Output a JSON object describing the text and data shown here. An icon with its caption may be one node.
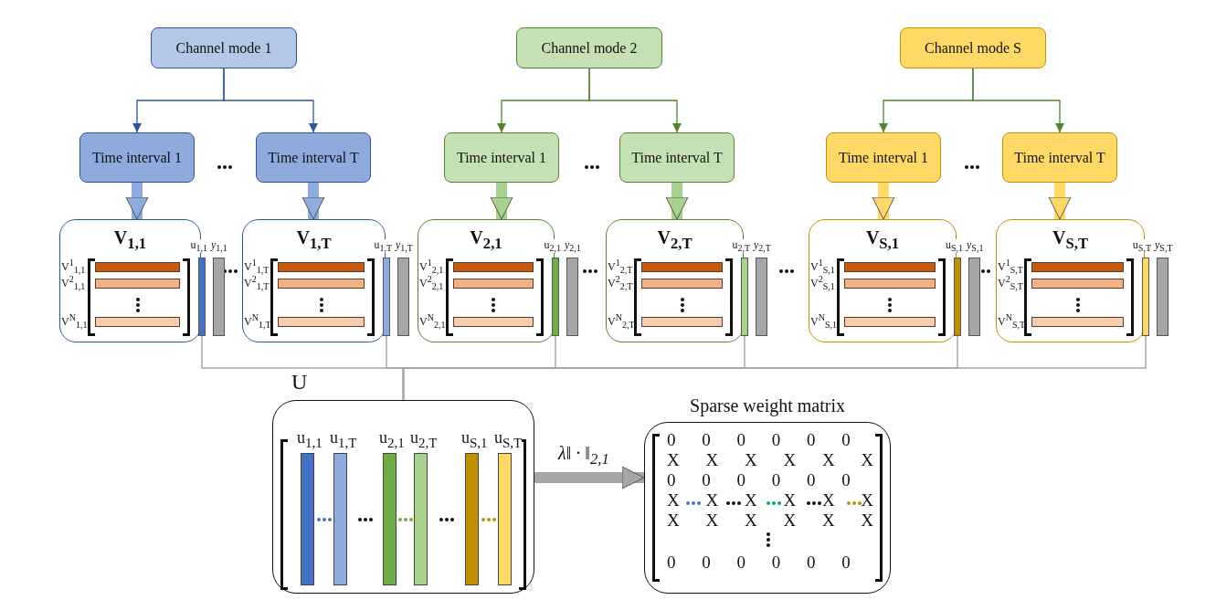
{
  "diagram": {
    "nodes": [
      {
        "text": [
          "Channel mode 1"
        ]
      },
      {
        "text": [
          "Channel mode 2"
        ]
      },
      {
        "text": [
          "Channel mode S"
        ]
      },
      {
        "text": [
          "Time interval 1"
        ]
      },
      {
        "text": [
          "Time interval T"
        ]
      },
      {
        "text": [
          "Time interval 1"
        ]
      },
      {
        "text": [
          "Time interval T"
        ]
      },
      {
        "text": [
          "Time interval 1"
        ]
      },
      {
        "text": [
          "Time interval T"
        ]
      },
      {
        "text": [
          "V$_{1,1}$",
          "V$^{1}$$_{1,1}$",
          "V$^{2}$$_{1,1}$",
          "V$^{N}$$_{1,1}$"
        ]
      },
      {
        "text": [],
        "shape": "bar",
        "beside": [
          "u$_{1,1}$"
        ]
      },
      {
        "text": [],
        "shape": "bar",
        "beside": [
          "*y*$_{1,1}$"
        ]
      },
      {
        "text": [
          "V$_{1,T}$",
          "V$^{1}$$_{1,T}$",
          "V$^{2}$$_{1,T}$",
          "V$^{N}$$_{1,T}$"
        ]
      },
      {
        "text": [],
        "shape": "bar",
        "beside": [
          "u$_{1,T}$"
        ]
      },
      {
        "text": [],
        "shape": "bar",
        "beside": [
          "*y*$_{1,T}$"
        ]
      },
      {
        "text": [
          "V$_{2,1}$",
          "V$^{1}$$_{2,1}$",
          "V$^{2}$$_{2,1}$",
          "V$^{N}$$_{2,1}$"
        ]
      },
      {
        "text": [],
        "shape": "bar",
        "beside": [
          "u$_{2,1}$"
        ]
      },
      {
        "text": [],
        "shape": "bar",
        "beside": [
          "*y*$_{2,1}$"
        ]
      },
      {
        "text": [
          "V$_{2,T}$",
          "V$^{1}$$_{2,T}$",
          "V$^{2}$$_{2,T}$",
          "V$^{N}$$_{2,T}$"
        ]
      },
      {
        "text": [],
        "shape": "bar",
        "beside": [
          "u$_{2,T}$"
        ]
      },
      {
        "text": [],
        "shape": "bar",
        "beside": [
          "*y*$_{2,T}$"
        ]
      },
      {
        "text": [
          "V$_{S,1}$",
          "V$^{1}$$_{S,1}$",
          "V$^{2}$$_{S,1}$",
          "V$^{N}$$_{S,1}$"
        ]
      },
      {
        "text": [],
        "shape": "bar",
        "beside": [
          "u$_{S,1}$"
        ]
      },
      {
        "text": [],
        "shape": "bar",
        "beside": [
          "*y*$_{S,1}$"
        ]
      },
      {
        "text": [
          "V$_{S,T}$",
          "V$^{1}$$_{S,T}$",
          "V$^{2}$$_{S,T}$",
          "V$^{N}$$_{S,T}$"
        ]
      },
      {
        "text": [],
        "shape": "bar",
        "beside": [
          "u$_{S,T}$"
        ]
      },
      {
        "text": [],
        "shape": "bar",
        "beside": [
          "*y*$_{S,T}$"
        ]
      },
      {
        "text": [
          "U"
        ]
      },
      {
        "text": [],
        "shape": "bar",
        "in": 27,
        "beside": [
          "u$_{1,1}$"
        ]
      },
      {
        "text": [],
        "shape": "bar",
        "in": 27,
        "beside": [
          "u$_{1,T}$"
        ]
      },
      {
        "text": [],
        "shape": "bar",
        "in": 27,
        "beside": [
          "u$_{2,1}$"
        ]
      },
      {
        "text": [],
        "shape": "bar",
        "in": 27,
        "beside": [
          "u$_{2,T}$"
        ]
      },
      {
        "text": [],
        "shape": "bar",
        "in": 27,
        "beside": [
          "u$_{S,1}$"
        ]
      },
      {
        "text": [],
        "shape": "bar",
        "in": 27,
        "beside": [
          "u$_{S,T}$"
        ]
      },
      {
        "text": [
          "Sparse weight matrix",
          "0 0 0 0 0 0",
          "X X X X X X",
          "0 0 0 0 0 0",
          "X X X X X X",
          "X X X X X X",
          "0 0 0 0 0 0"
        ]
      }
    ],
    "edges": [
      {
        "from": 0,
        "to": 3,
        "arrow": "to",
        "color": "#2f5597"
      },
      {
        "from": 0,
        "to": 4,
        "arrow": "to",
        "color": "#2f5597"
      },
      {
        "from": 1,
        "to": 5,
        "arrow": "to",
        "color": "#548235"
      },
      {
        "from": 1,
        "to": 6,
        "arrow": "to",
        "color": "#548235"
      },
      {
        "from": 2,
        "to": 7,
        "arrow": "to",
        "color": "#548235"
      },
      {
        "from": 2,
        "to": 8,
        "arrow": "to",
        "color": "#548235"
      },
      {
        "from": 3,
        "to": 9,
        "arrow": "to",
        "style": "thick",
        "color": "#8faadc"
      },
      {
        "from": 4,
        "to": 12,
        "arrow": "to",
        "style": "thick",
        "color": "#8faadc"
      },
      {
        "from": 5,
        "to": 15,
        "arrow": "to",
        "style": "thick",
        "color": "#a9d18e"
      },
      {
        "from": 6,
        "to": 18,
        "arrow": "to",
        "style": "thick",
        "color": "#a9d18e"
      },
      {
        "from": 7,
        "to": 21,
        "arrow": "to",
        "style": "thick",
        "color": "#ffd966"
      },
      {
        "from": 8,
        "to": 24,
        "arrow": "to",
        "style": "thick",
        "color": "#ffd966"
      },
      {
        "from": 10,
        "to": 27,
        "arrow": "none"
      },
      {
        "from": 13,
        "to": 27,
        "arrow": "none"
      },
      {
        "from": 16,
        "to": 27,
        "arrow": "none"
      },
      {
        "from": 19,
        "to": 27,
        "arrow": "none"
      },
      {
        "from": 22,
        "to": 27,
        "arrow": "none"
      },
      {
        "from": 25,
        "to": 27,
        "arrow": "none"
      },
      {
        "from": 27,
        "to": 34,
        "arrow": "to",
        "style": "thick",
        "label": "λ‖ · ‖$_{2,1}$"
      }
    ]
  }
}
